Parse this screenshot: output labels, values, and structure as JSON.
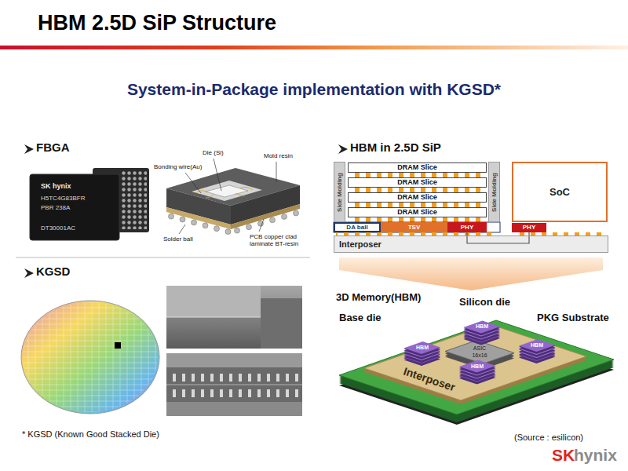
{
  "diagram": {
    "title": "HBM 2.5D SiP Structure",
    "nodes": [
      {
        "text": [
          "Side Molding"
        ]
      },
      {
        "text": [
          "DRAM Slice"
        ]
      },
      {
        "text": [
          "DRAM Slice"
        ]
      },
      {
        "text": [
          "DRAM Slice"
        ]
      },
      {
        "text": [
          "DRAM Slice"
        ]
      },
      {
        "text": [
          "Side Molding"
        ]
      },
      {
        "text": [
          "DA ball"
        ]
      },
      {
        "text": [
          "TSV"
        ]
      },
      {
        "text": [
          "PHY"
        ]
      },
      {
        "text": [
          "SoC"
        ]
      },
      {
        "text": [
          "PHY"
        ]
      },
      {
        "text": [
          "Interposer"
        ]
      }
    ],
    "edges": [
      {
        "from": 8,
        "to": 10,
        "arrow": "none"
      }
    ],
    "labels": [
      "System-in-Package implementation with KGSD*",
      "FBGA",
      "SK hynix",
      "H5TC4G83BFR",
      "PBR 238A",
      "DT30001AC",
      "Die (Si)",
      "Mold resin",
      "Bonding wire(Au)",
      "Solder ball",
      "PCB copper clad laminate BT-resin",
      "KGSD",
      "* KGSD (Known Good Stacked Die)",
      "HBM in 2.5D SiP",
      "3D Memory(HBM)",
      "Silicon die",
      "Base die",
      "PKG Substrate",
      "Interposer",
      "HBM",
      "HBM",
      "HBM",
      "HBM",
      "ASIC",
      "16x16",
      "(Source : esilicon)",
      "SK",
      "hynix"
    ]
  }
}
